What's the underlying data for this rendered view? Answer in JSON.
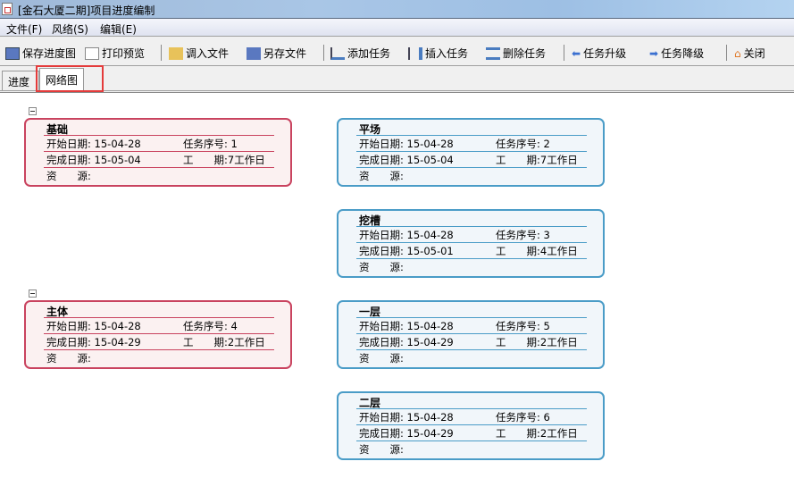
{
  "window": {
    "title": "[金石大厦二期]项目进度编制"
  },
  "menu": [
    "文件(F)",
    "风络(S)",
    "编辑(E)"
  ],
  "toolbar": [
    "保存进度图",
    "打印预览",
    "调入文件",
    "另存文件",
    "添加任务",
    "插入任务",
    "删除任务",
    "任务升级",
    "任务降级",
    "关闭"
  ],
  "tabs": [
    "进度图",
    "网络图"
  ],
  "labels": {
    "start": "开始日期: ",
    "finish": "完成日期: ",
    "seq": "任务序号: ",
    "dur": "工　　期:",
    "res": "资　　源:"
  },
  "tasks": [
    {
      "name": "基础",
      "start": "15-04-28",
      "finish": "15-05-04",
      "seq": "1",
      "dur": "7工作日",
      "style": "parent"
    },
    {
      "name": "平场",
      "start": "15-04-28",
      "finish": "15-05-04",
      "seq": "2",
      "dur": "7工作日",
      "style": "child"
    },
    {
      "name": "挖槽",
      "start": "15-04-28",
      "finish": "15-05-01",
      "seq": "3",
      "dur": "4工作日",
      "style": "child"
    },
    {
      "name": "主体",
      "start": "15-04-28",
      "finish": "15-04-29",
      "seq": "4",
      "dur": "2工作日",
      "style": "parent"
    },
    {
      "name": "一层",
      "start": "15-04-28",
      "finish": "15-04-29",
      "seq": "5",
      "dur": "2工作日",
      "style": "child"
    },
    {
      "name": "二层",
      "start": "15-04-28",
      "finish": "15-04-29",
      "seq": "6",
      "dur": "2工作日",
      "style": "child"
    }
  ],
  "colors": {
    "parent": "#c9435f",
    "child": "#4a9cc7",
    "highlight": "#e43b3b"
  }
}
